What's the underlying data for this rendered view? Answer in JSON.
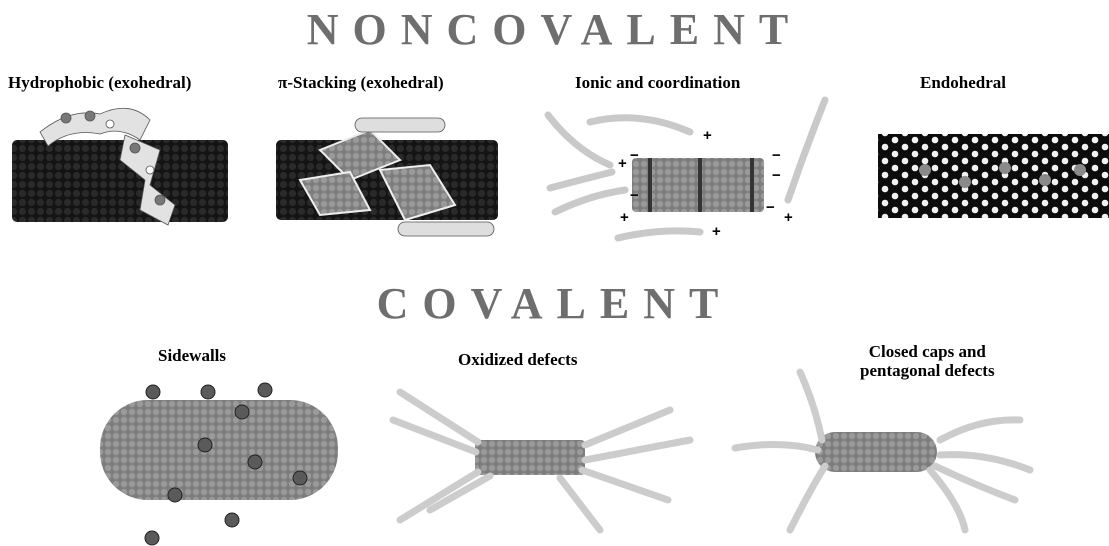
{
  "sections": {
    "noncovalent": "NONCOVALENT",
    "covalent": "COVALENT"
  },
  "panels": {
    "hydrophobic": "Hydrophobic (exohedral)",
    "pi_stacking": "π-Stacking (exohedral)",
    "ionic": "Ionic and coordination",
    "endohedral": "Endohedral",
    "sidewalls": "Sidewalls",
    "oxidized": "Oxidized defects",
    "closed_caps": "Closed caps and\npentagonal defects"
  },
  "charges": {
    "plus": "+",
    "minus": "−"
  },
  "colors": {
    "tube_dark": "#141414",
    "tube_gray": "#8a8a8a",
    "chain_light": "#e6e6e6",
    "title_gray": "#6e6e6e"
  }
}
